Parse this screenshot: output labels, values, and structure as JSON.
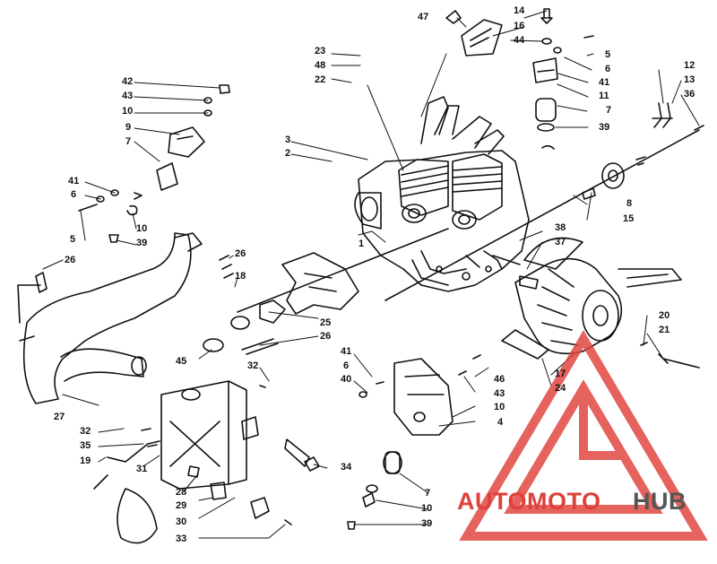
{
  "diagram": {
    "callouts": [
      {
        "id": "c47",
        "text": "47"
      },
      {
        "id": "c14",
        "text": "14"
      },
      {
        "id": "c16",
        "text": "16"
      },
      {
        "id": "c44a",
        "text": "44"
      },
      {
        "id": "c23",
        "text": "23"
      },
      {
        "id": "c48",
        "text": "48"
      },
      {
        "id": "c22",
        "text": "22"
      },
      {
        "id": "c5a",
        "text": "5"
      },
      {
        "id": "c6a",
        "text": "6"
      },
      {
        "id": "c41a",
        "text": "41"
      },
      {
        "id": "c11",
        "text": "11"
      },
      {
        "id": "c7a",
        "text": "7"
      },
      {
        "id": "c39a",
        "text": "39"
      },
      {
        "id": "c12",
        "text": "12"
      },
      {
        "id": "c13",
        "text": "13"
      },
      {
        "id": "c36",
        "text": "36"
      },
      {
        "id": "c42",
        "text": "42"
      },
      {
        "id": "c43a",
        "text": "43"
      },
      {
        "id": "c10a",
        "text": "10"
      },
      {
        "id": "c9",
        "text": "9"
      },
      {
        "id": "c7b",
        "text": "7"
      },
      {
        "id": "c3",
        "text": "3"
      },
      {
        "id": "c2",
        "text": "2"
      },
      {
        "id": "c41b",
        "text": "41"
      },
      {
        "id": "c6b",
        "text": "6"
      },
      {
        "id": "c10b",
        "text": "10"
      },
      {
        "id": "c5b",
        "text": "5"
      },
      {
        "id": "c39b",
        "text": "39"
      },
      {
        "id": "c8",
        "text": "8"
      },
      {
        "id": "c15",
        "text": "15"
      },
      {
        "id": "c1",
        "text": "1"
      },
      {
        "id": "c38",
        "text": "38"
      },
      {
        "id": "c37",
        "text": "37"
      },
      {
        "id": "c26a",
        "text": "26"
      },
      {
        "id": "c26b",
        "text": "26"
      },
      {
        "id": "c18",
        "text": "18"
      },
      {
        "id": "c25",
        "text": "25"
      },
      {
        "id": "c26c",
        "text": "26"
      },
      {
        "id": "c45",
        "text": "45"
      },
      {
        "id": "c20",
        "text": "20"
      },
      {
        "id": "c21",
        "text": "21"
      },
      {
        "id": "c41c",
        "text": "41"
      },
      {
        "id": "c6c",
        "text": "6"
      },
      {
        "id": "c40",
        "text": "40"
      },
      {
        "id": "c46",
        "text": "46"
      },
      {
        "id": "c43b",
        "text": "43"
      },
      {
        "id": "c10c",
        "text": "10"
      },
      {
        "id": "c17",
        "text": "17"
      },
      {
        "id": "c24",
        "text": "24"
      },
      {
        "id": "c4",
        "text": "4"
      },
      {
        "id": "c32a",
        "text": "32"
      },
      {
        "id": "c27",
        "text": "27"
      },
      {
        "id": "c32b",
        "text": "32"
      },
      {
        "id": "c35",
        "text": "35"
      },
      {
        "id": "c19",
        "text": "19"
      },
      {
        "id": "c31",
        "text": "31"
      },
      {
        "id": "c34",
        "text": "34"
      },
      {
        "id": "c28",
        "text": "28"
      },
      {
        "id": "c29",
        "text": "29"
      },
      {
        "id": "c30",
        "text": "30"
      },
      {
        "id": "c33",
        "text": "33"
      },
      {
        "id": "c7c",
        "text": "7"
      },
      {
        "id": "c10d",
        "text": "10"
      },
      {
        "id": "c39c",
        "text": "39"
      }
    ]
  },
  "watermark": {
    "word_red": "AUTOMOTO",
    "word_gray": "HUB",
    "color_red": "#e0403a",
    "color_gray": "#555555"
  }
}
